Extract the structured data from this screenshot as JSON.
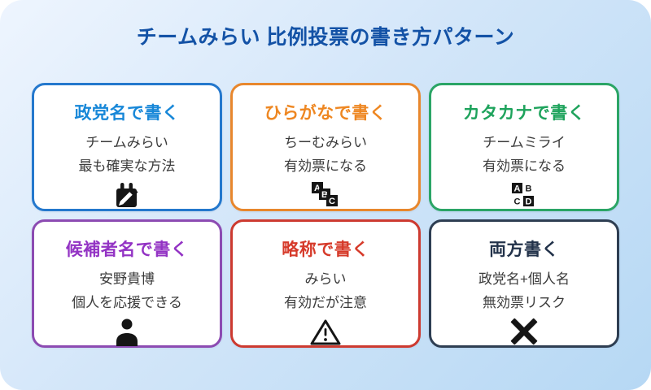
{
  "title": "チームみらい 比例投票の書き方パターン",
  "colors": {
    "title": "#1352a6",
    "body_text": "#3b3b3b",
    "icon": "#151515",
    "background_gradient_start": "#eef5fe",
    "background_gradient_end": "#b6d8f4"
  },
  "cards": [
    {
      "heading": "政党名で書く",
      "line1": "チームみらい",
      "line2": "最も確実な方法",
      "icon": "memo-icon",
      "border_color": "#2478cd",
      "heading_color": "#1787d8"
    },
    {
      "heading": "ひらがなで書く",
      "line1": "ちーむみらい",
      "line2": "有効票になる",
      "icon": "abc-blocks-icon",
      "border_color": "#e8872d",
      "heading_color": "#ee8722"
    },
    {
      "heading": "カタカナで書く",
      "line1": "チームミライ",
      "line2": "有効票になる",
      "icon": "abcd-letters-icon",
      "border_color": "#2ba566",
      "heading_color": "#1ea35c"
    },
    {
      "heading": "候補者名で書く",
      "line1": "安野貴博",
      "line2": "個人を応援できる",
      "icon": "person-icon",
      "border_color": "#8c4bb2",
      "heading_color": "#9333c4"
    },
    {
      "heading": "略称で書く",
      "line1": "みらい",
      "line2": "有効だが注意",
      "icon": "warning-icon",
      "border_color": "#cd3a30",
      "heading_color": "#d63a2a"
    },
    {
      "heading": "両方書く",
      "line1": "政党名+個人名",
      "line2": "無効票リスク",
      "icon": "cross-icon",
      "border_color": "#2e3e52",
      "heading_color": "#22324a"
    }
  ]
}
